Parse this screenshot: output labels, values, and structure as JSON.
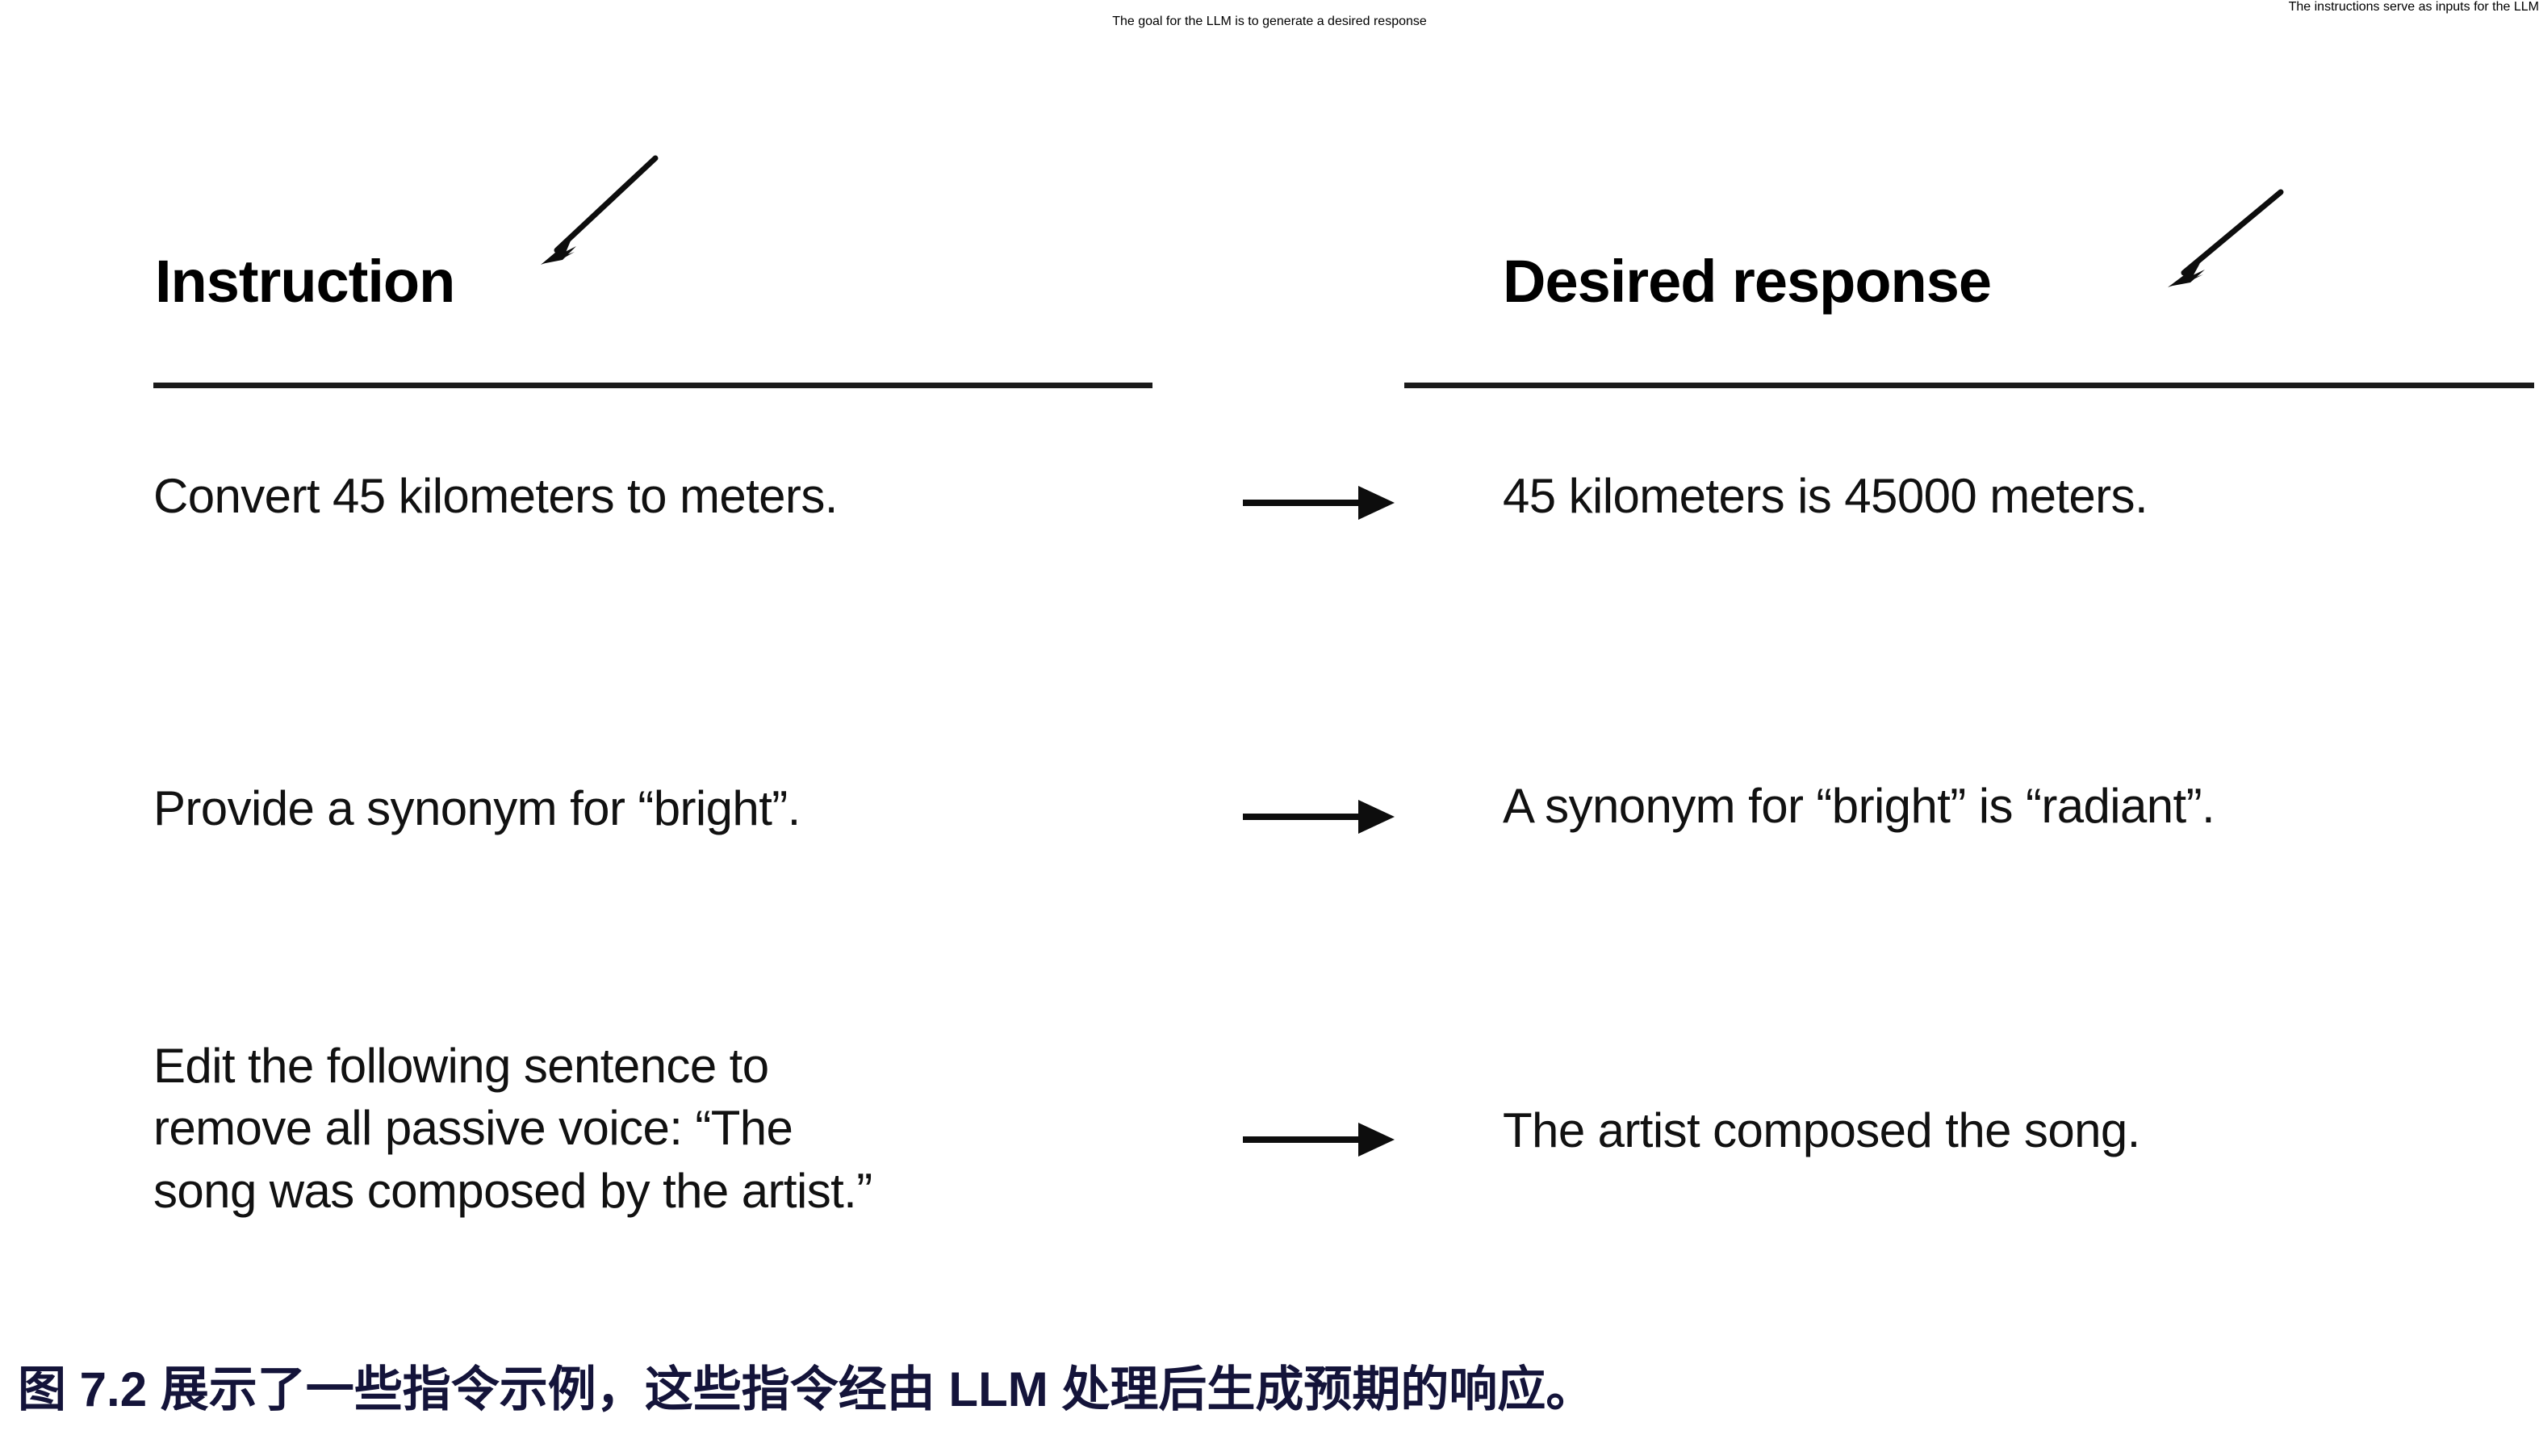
{
  "figure": {
    "columns": {
      "left_header": "Instruction",
      "right_header": "Desired response"
    },
    "callouts": {
      "left": {
        "line1": "The instructions serve as",
        "line2": "inputs for the LLM",
        "target": "Instruction"
      },
      "right": {
        "line1": "The goal for the LLM is to",
        "line2": "generate a desired response",
        "target": "Desired response"
      }
    },
    "rows": [
      {
        "instruction": "Convert 45 kilometers to meters.",
        "arrow": "right-arrow",
        "response": "45 kilometers is 45000 meters."
      },
      {
        "instruction": "Provide a synonym for “bright”.",
        "arrow": "right-arrow",
        "response": "A synonym for “bright” is “radiant”."
      },
      {
        "instruction": "Edit the following sentence to\nremove all passive voice: “The\nsong was composed by the artist.”",
        "arrow": "right-arrow",
        "response": "The artist composed the song."
      }
    ],
    "caption": "图 7.2 展示了一些指令示例，这些指令经由 LLM 处理后生成预期的响应。",
    "colors": {
      "text": "#111111",
      "rule": "#1b1b1b",
      "caption": "#14143a",
      "background": "#ffffff"
    }
  }
}
